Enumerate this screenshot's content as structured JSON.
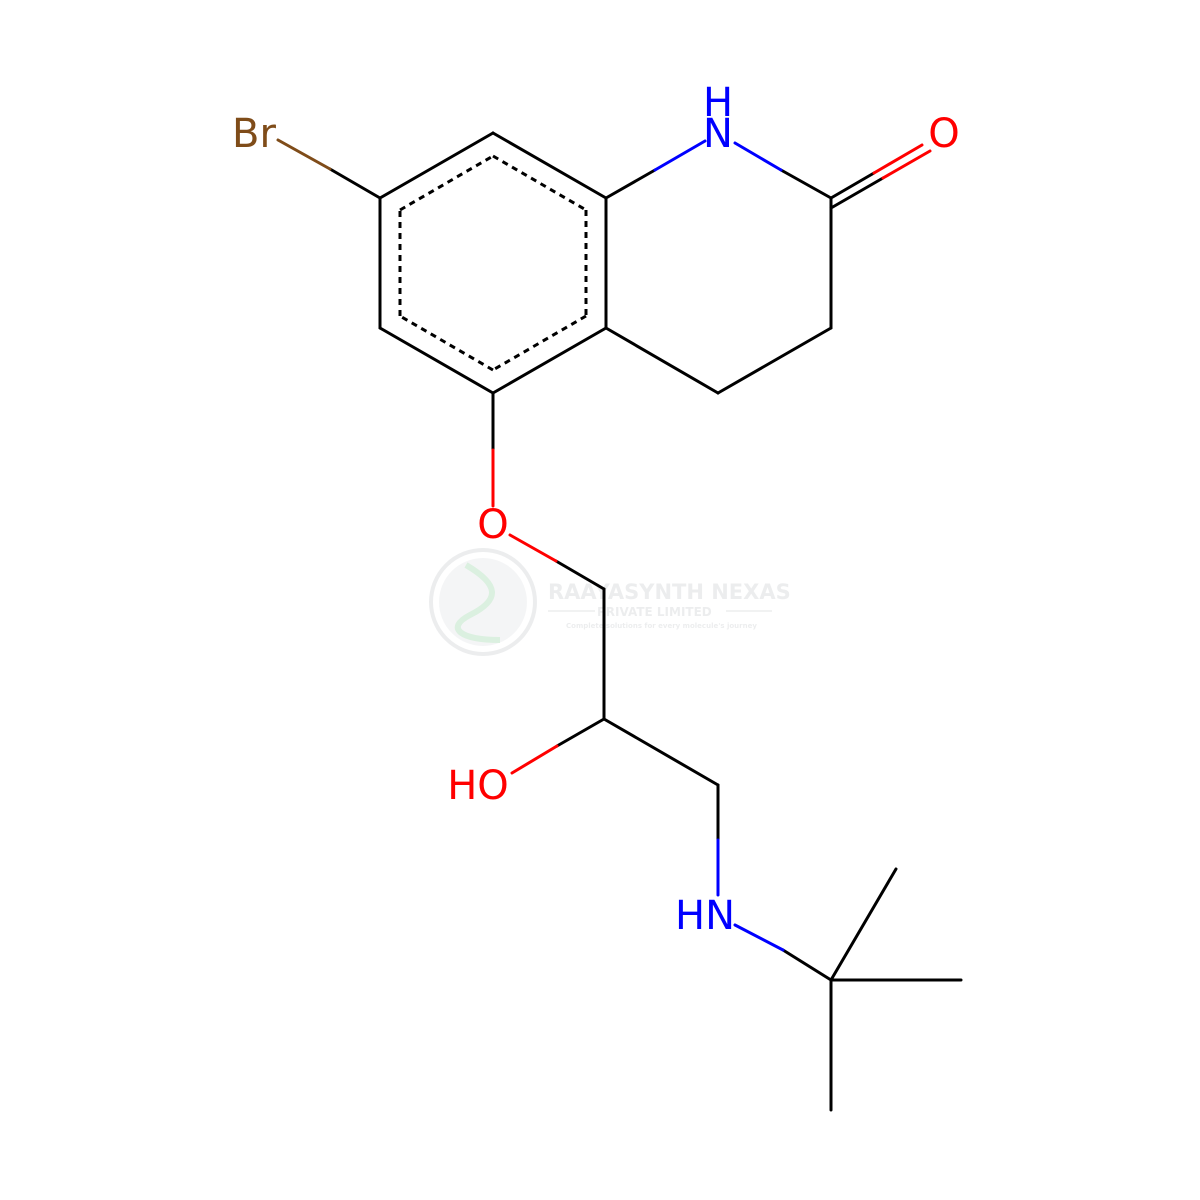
{
  "atoms": {
    "bromine": "Br",
    "lactam_h": "H",
    "lactam_n": "N",
    "carbonyl_o": "O",
    "ether_o": "O",
    "hydroxyl": "HO",
    "amine": "HN"
  },
  "colors": {
    "bond": "#000000",
    "nitrogen": "#0000ff",
    "oxygen": "#ff0000",
    "bromine": "#7f4c19",
    "watermark": "#9aa0a6"
  },
  "watermark": {
    "name": "RAAYASYNTH NEXAS",
    "sub": "PRIVATE LIMITED",
    "tagline": "Complete solutions for every molecule's journey"
  }
}
